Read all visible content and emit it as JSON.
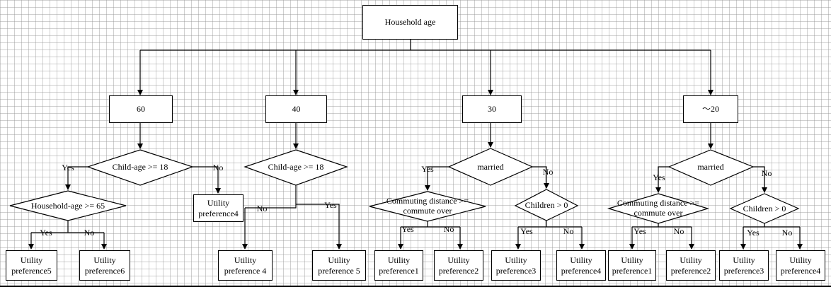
{
  "root": {
    "label": "Household age"
  },
  "age_groups": [
    {
      "label": "60"
    },
    {
      "label": "40"
    },
    {
      "label": "30"
    },
    {
      "label": "～20"
    }
  ],
  "decisions": {
    "g60_child": "Child-age >= 18",
    "g60_hh": "Household-age >= 65",
    "g40_child": "Child-age >= 18",
    "g30_married": "married",
    "g30_commute": "Commuting distance >= commute over",
    "g30_children": "Children > 0",
    "g20_married": "married",
    "g20_commute": "Commuting distance >= commute over",
    "g20_children": "Children > 0"
  },
  "edge_labels": {
    "yes": "Yes",
    "no": "No"
  },
  "leaves": {
    "g60_yes_yes": [
      "Utility",
      "preference5"
    ],
    "g60_yes_no": [
      "Utility",
      "preference6"
    ],
    "g60_no": [
      "Utility",
      "preference4"
    ],
    "g40_no": [
      "Utility",
      "preference 4"
    ],
    "g40_yes": [
      "Utility",
      "preference 5"
    ],
    "g30_p1": [
      "Utility",
      "preference1"
    ],
    "g30_p2": [
      "Utility",
      "preference2"
    ],
    "g30_p3": [
      "Utility",
      "preference3"
    ],
    "g30_p4": [
      "Utility",
      "preference4"
    ],
    "g20_p1": [
      "Utility",
      "preference1"
    ],
    "g20_p2": [
      "Utility",
      "preference2"
    ],
    "g20_p3": [
      "Utility",
      "preference3"
    ],
    "g20_p4": [
      "Utility",
      "preference4"
    ]
  }
}
